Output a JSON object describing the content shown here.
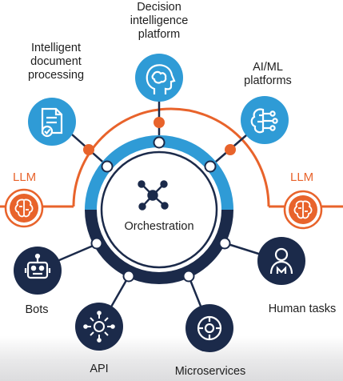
{
  "center": {
    "label": "Orchestration",
    "icon": "network-hub-icon"
  },
  "top_nodes": [
    {
      "lines": [
        "Intelligent",
        "document",
        "processing"
      ],
      "icon": "document-check-icon"
    },
    {
      "lines": [
        "Decision",
        "intelligence",
        "platform"
      ],
      "icon": "brain-head-icon"
    },
    {
      "lines": [
        "AI/ML",
        "platforms"
      ],
      "icon": "ai-brain-circuit-icon"
    }
  ],
  "llm": {
    "label": "LLM",
    "icon": "llm-brain-icon"
  },
  "bottom_nodes": [
    {
      "label": "Bots",
      "icon": "robot-icon"
    },
    {
      "label": "API",
      "icon": "api-gear-icon"
    },
    {
      "label": "Microservices",
      "icon": "microservices-gear-icon"
    },
    {
      "label": "Human tasks",
      "icon": "person-icon"
    }
  ],
  "colors": {
    "navy": "#1b2a4a",
    "light_blue": "#2f9bd6",
    "orange": "#e8632b",
    "ring_bg": "#ffffff"
  }
}
